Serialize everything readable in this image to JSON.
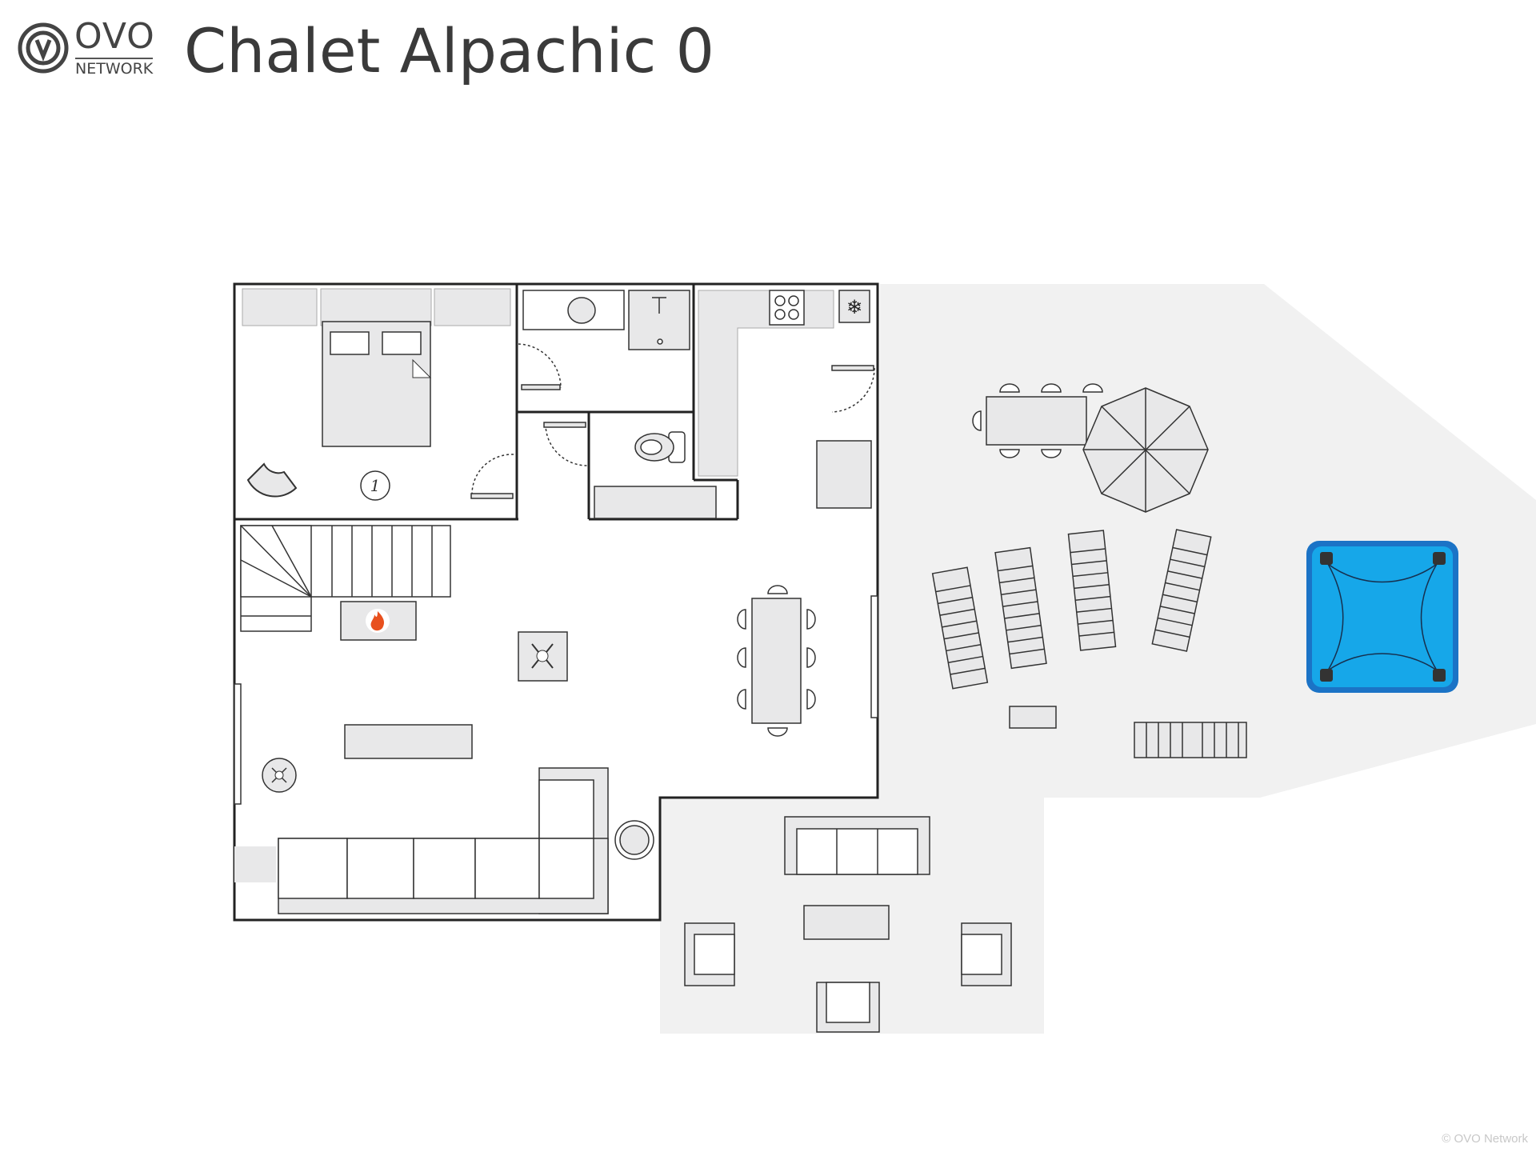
{
  "header": {
    "logo_word": "OVO",
    "logo_sub": "NETWORK",
    "title": "Chalet Alpachic 0"
  },
  "plan": {
    "bedroom_number": "1"
  },
  "footer": {
    "copyright": "© OVO Network"
  },
  "colors": {
    "outdoor_fill": "#f1f1f1",
    "furniture_fill": "#e8e8e9",
    "wall": "#222222",
    "hot_tub": "#16a7e9",
    "hot_tub_rim": "#1b73c6",
    "fire": "#e8501e"
  },
  "icons": [
    "logo-icon",
    "snowflake-icon",
    "fire-icon",
    "umbrella-icon",
    "hot-tub-icon",
    "fan-icon"
  ]
}
